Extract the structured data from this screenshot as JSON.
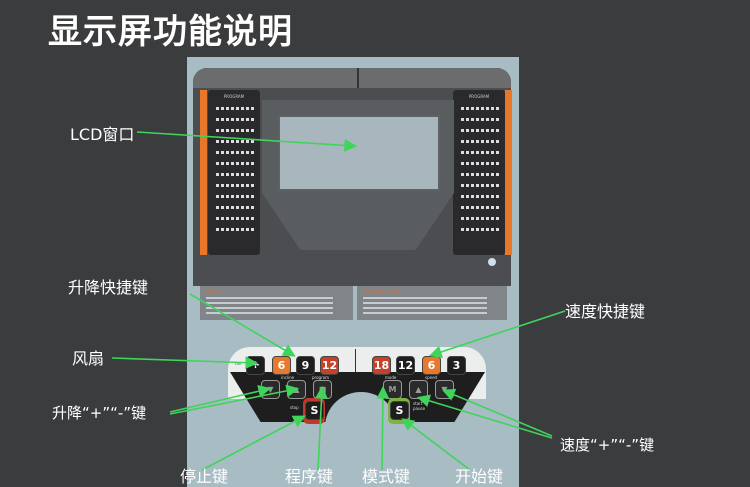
{
  "title": "显示屏功能说明",
  "labels": {
    "lcd": "LCD窗口",
    "incline_quick": "升降快捷键",
    "speed_quick": "速度快捷键",
    "fan": "风扇",
    "incline_plus_minus": "升降“+”“-”键",
    "speed_plus_minus": "速度“+”“-”键",
    "stop": "停止键",
    "program": "程序键",
    "mode": "模式键",
    "start": "开始键"
  },
  "console": {
    "program_label": "PROGRAM",
    "incline_keys": [
      "6",
      "9",
      "12"
    ],
    "speed_keys": [
      "18",
      "12",
      "6",
      "3"
    ],
    "fan_label": "fan",
    "incline_label": "incline",
    "program_key_label": "program",
    "mode_label": "mode",
    "mode_key": "M",
    "speed_label": "speed",
    "stop_label": "stop",
    "start_label": "start pause",
    "stop_key": "S",
    "start_key": "S",
    "warning_heading": "Warning",
    "sleep_heading": "Auto sleep function"
  },
  "colors": {
    "arrow": "#3fd45a",
    "orange": "#e8782c",
    "red": "#c6402a",
    "green": "#7cb342"
  }
}
